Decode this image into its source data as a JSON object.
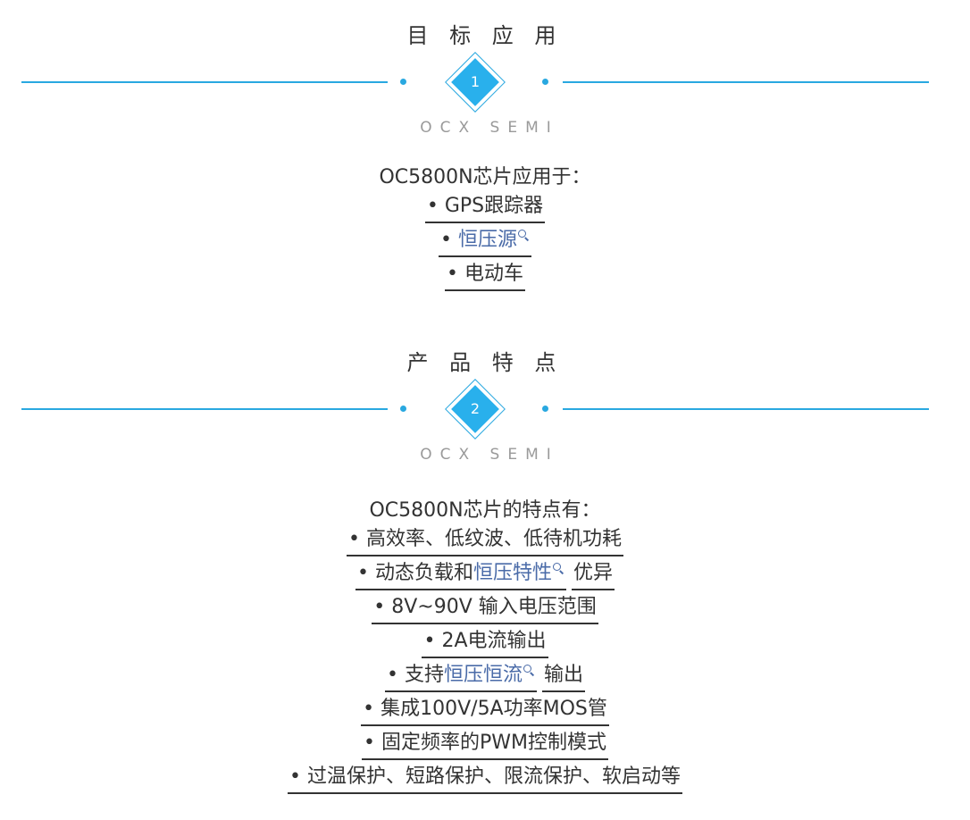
{
  "section1": {
    "title": "目 标 应 用",
    "number": "1",
    "brand": "OCX SEMI",
    "intro": "OC5800N芯片应用于：",
    "items": [
      {
        "bullet": "•",
        "text": "GPS跟踪器"
      },
      {
        "bullet": "•",
        "link": "恒压源"
      },
      {
        "bullet": "•",
        "text": "电动车"
      }
    ]
  },
  "section2": {
    "title": "产 品 特 点",
    "number": "2",
    "brand": "OCX SEMI",
    "intro": "OC5800N芯片的特点有：",
    "items": [
      {
        "bullet": "•",
        "text": "高效率、低纹波、低待机功耗"
      },
      {
        "bullet": "•",
        "before": "动态负载和",
        "link": "恒压特性",
        "after": "优异"
      },
      {
        "bullet": "•",
        "text": "8V~90V 输入电压范围"
      },
      {
        "bullet": "•",
        "text": "2A电流输出"
      },
      {
        "bullet": "•",
        "before": "支持",
        "link": "恒压恒流",
        "after": "输出"
      },
      {
        "bullet": "•",
        "text": "集成100V/5A功率MOS管"
      },
      {
        "bullet": "•",
        "text": "固定频率的PWM控制模式"
      },
      {
        "bullet": "•",
        "text": "过温保护、短路保护、限流保护、软启动等"
      }
    ]
  },
  "colors": {
    "accent": "#29a8e0",
    "link": "#4a6ba8",
    "text": "#333333",
    "brand": "#9a9a9a"
  },
  "icons": {
    "search": "magnifier-icon"
  }
}
